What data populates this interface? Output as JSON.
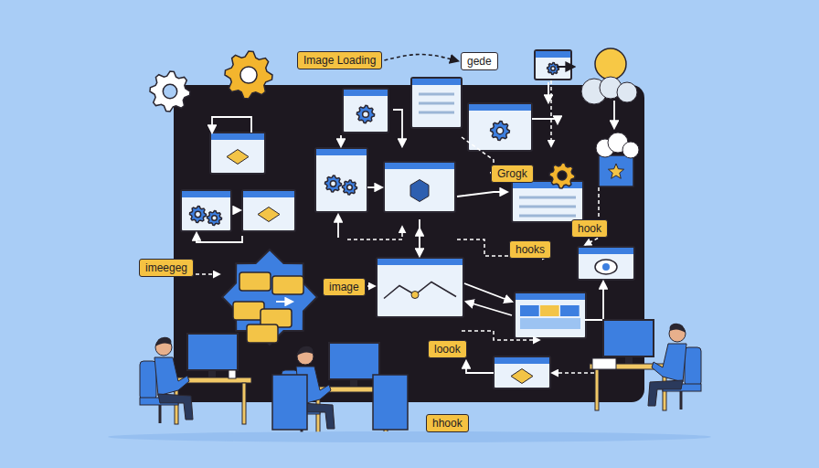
{
  "diagram": {
    "nodes": [
      {
        "text": [
          "Image Loading"
        ]
      },
      {
        "text": [
          "gede"
        ]
      },
      {
        "text": [
          "Grogk"
        ]
      },
      {
        "text": [
          "hook"
        ]
      },
      {
        "text": [
          "hooks"
        ]
      },
      {
        "text": [
          "imeegeg"
        ]
      },
      {
        "text": [
          "image"
        ]
      },
      {
        "text": [
          "loook"
        ]
      },
      {
        "text": [
          "hhook"
        ]
      }
    ],
    "edges": [
      {
        "from": 0,
        "to": 1,
        "arrow": "to"
      }
    ]
  }
}
